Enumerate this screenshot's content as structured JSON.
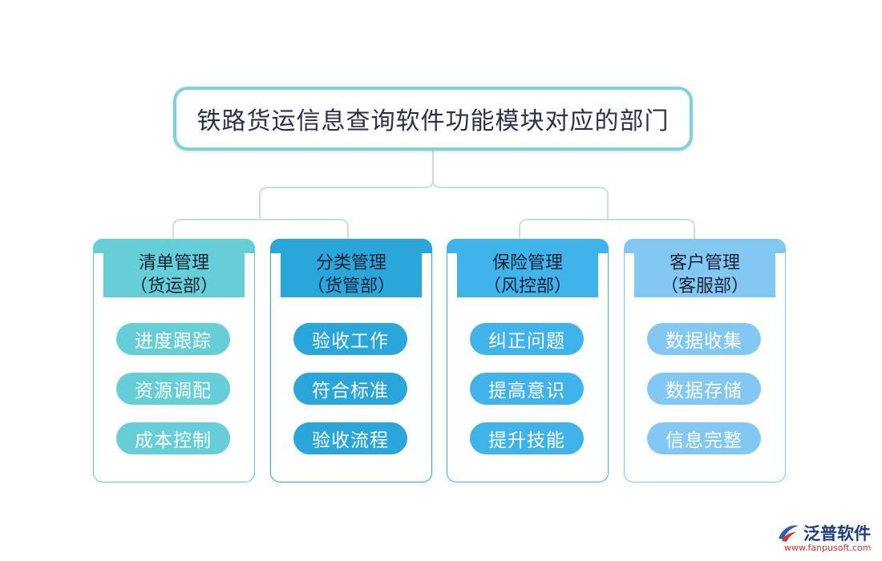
{
  "title": "铁路货运信息查询软件功能模块对应的部门",
  "colors": {
    "title_border": "#7fd3d8",
    "connector": "#cfdbe3",
    "card_1": "#66ced6",
    "card_2": "#2aa6db",
    "card_3": "#3fb3ea",
    "card_4": "#82c8f2"
  },
  "columns": [
    {
      "header_line1": "清单管理",
      "header_line2": "（货运部）",
      "items": [
        "进度跟踪",
        "资源调配",
        "成本控制"
      ]
    },
    {
      "header_line1": "分类管理",
      "header_line2": "（货管部）",
      "items": [
        "验收工作",
        "符合标准",
        "验收流程"
      ]
    },
    {
      "header_line1": "保险管理",
      "header_line2": "（风控部）",
      "items": [
        "纠正问题",
        "提高意识",
        "提升技能"
      ]
    },
    {
      "header_line1": "客户管理",
      "header_line2": "（客服部）",
      "items": [
        "数据收集",
        "数据存储",
        "信息完整"
      ]
    }
  ],
  "logo": {
    "name": "泛普软件",
    "url": "www.fanpusoft.com",
    "icon": "fanpu-logo-icon"
  }
}
